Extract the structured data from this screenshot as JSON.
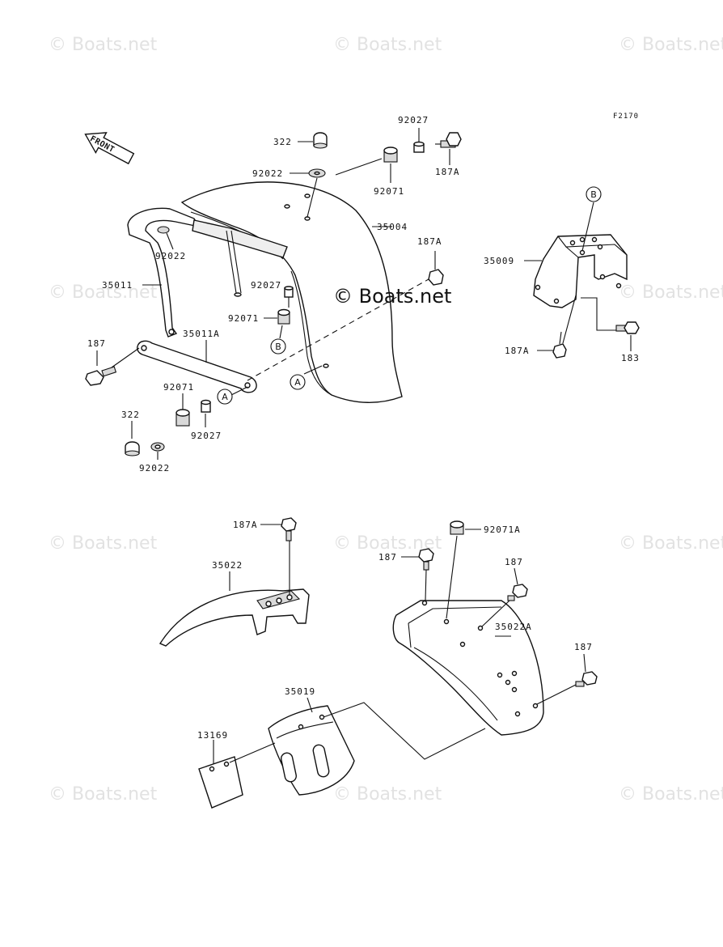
{
  "diagram_code": "F2170",
  "front_arrow_text": "FRONT",
  "center_watermark": "© Boats.net",
  "watermark_text": "© Boats.net",
  "ref_marks": {
    "a": "A",
    "b": "B"
  },
  "labels": {
    "p322_top": "322",
    "p92027_top": "92027",
    "p187a_top": "187A",
    "p92022_top": "92022",
    "p92071_top": "92071",
    "p35004": "35004",
    "p92022_mid": "92022",
    "p187a_mid": "187A",
    "p35011": "35011",
    "p92027_mid": "92027",
    "p92071_mid": "92071",
    "p187_left": "187",
    "p35011a": "35011A",
    "p92071_low": "92071",
    "p322_low": "322",
    "p92027_low": "92027",
    "p92022_low": "92022",
    "p35009": "35009",
    "p187a_right": "187A",
    "p183": "183",
    "p187a_bottom": "187A",
    "p35022": "35022",
    "p92071a": "92071A",
    "p187_b1": "187",
    "p187_b2": "187",
    "p35022a": "35022A",
    "p187_b3": "187",
    "p35019": "35019",
    "p13169": "13169"
  }
}
